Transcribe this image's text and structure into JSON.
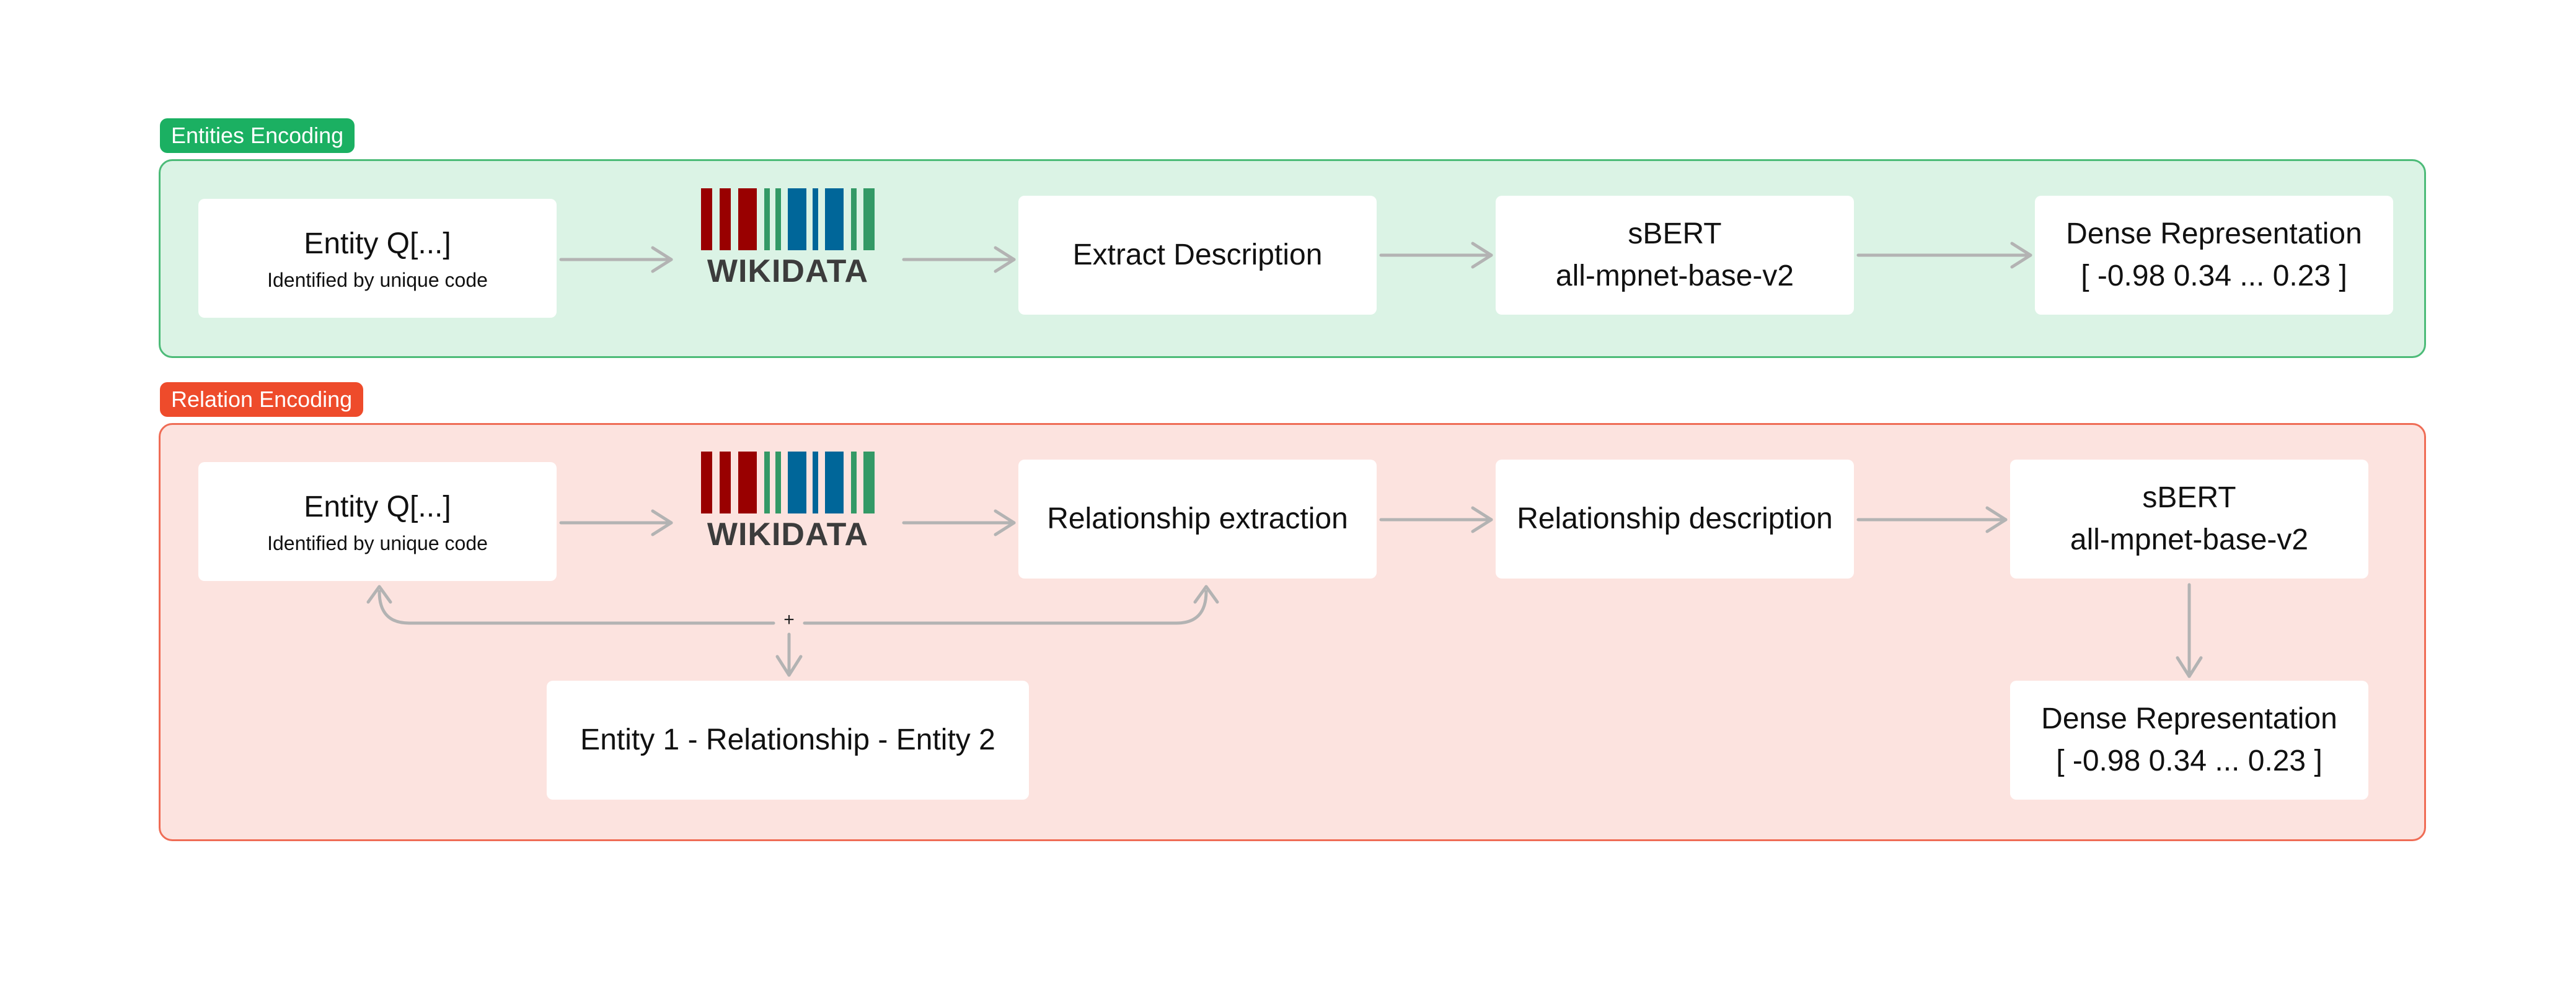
{
  "sections": {
    "entities": {
      "tag": "Entities Encoding",
      "entity_box": {
        "title": "Entity Q[...]",
        "subtitle": "Identified by unique code"
      },
      "logo_text": "WIKIDATA",
      "extract_box": {
        "title": "Extract Description"
      },
      "sbert_box": {
        "line1": "sBERT",
        "line2": "all-mpnet-base-v2"
      },
      "dense_box": {
        "line1": "Dense Representation",
        "line2": "[ -0.98 0.34 ... 0.23 ]"
      }
    },
    "relation": {
      "tag": "Relation Encoding",
      "entity_box": {
        "title": "Entity Q[...]",
        "subtitle": "Identified by unique code"
      },
      "logo_text": "WIKIDATA",
      "extraction_box": {
        "title": "Relationship extraction"
      },
      "description_box": {
        "title": "Relationship description"
      },
      "sbert_box": {
        "line1": "sBERT",
        "line2": "all-mpnet-base-v2"
      },
      "dense_box": {
        "line1": "Dense Representation",
        "line2": "[ -0.98 0.34 ... 0.23 ]"
      },
      "triple_box": {
        "title": "Entity 1 - Relationship - Entity 2"
      },
      "join_symbol": "+"
    }
  },
  "colors": {
    "entities_accent": "#1bb062",
    "entities_panel": "#dbf3e5",
    "relation_accent": "#ee4b2b",
    "relation_panel": "#fce3df",
    "arrow": "#b3b3b3",
    "wikidata_red": "#990000",
    "wikidata_green": "#339966",
    "wikidata_blue": "#006699"
  },
  "icons": {
    "logo": "wikidata-barcode-logo"
  }
}
